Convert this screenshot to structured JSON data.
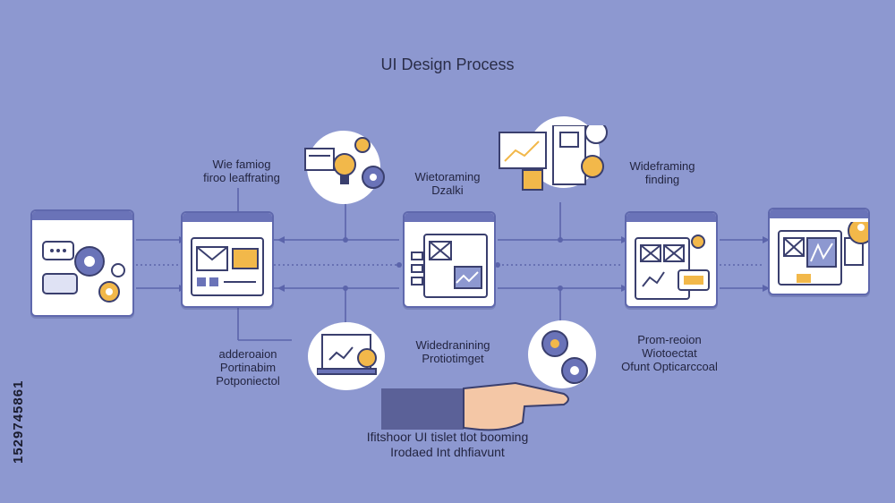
{
  "title": "UI Design Process",
  "labels": {
    "top_left": [
      "Wie famiog",
      "firoo leaffrating"
    ],
    "top_mid": [
      "Wietoraming",
      "Dzalki"
    ],
    "top_right": [
      "Wideframing",
      "finding"
    ],
    "bottom_left": [
      "adderoaion",
      "Portinabim",
      "Potponiectol"
    ],
    "bottom_mid": [
      "Widedranining",
      "Protiotimget"
    ],
    "bottom_right": [
      "Prom-reoion",
      "Wiotoectat",
      "Ofunt Opticarccoal"
    ],
    "bottom_caption": [
      "Ifitshoor UI tislet tlot booming",
      "Irodaed Int dhfiavunt"
    ]
  },
  "side_id": "1529745861",
  "colors": {
    "background": "#8d98d0",
    "card_border": "#5f68ad",
    "accent_yellow": "#f2b84a",
    "line": "#5b64ab"
  },
  "icons": [
    "chat-gear-icon",
    "mail-window-icon",
    "wireframe-window-icon",
    "analytics-window-icon",
    "profile-window-icon",
    "lightbulb-icon",
    "chart-lock-icon",
    "laptop-icon",
    "gears-icon",
    "hand-pointer-icon"
  ]
}
